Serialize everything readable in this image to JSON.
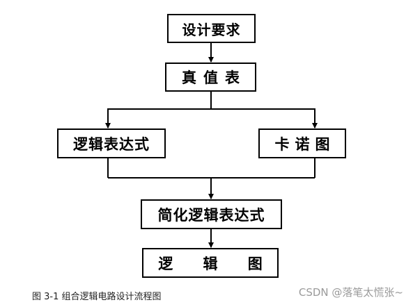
{
  "flowchart": {
    "nodes": {
      "requirements": "设计要求",
      "truth_table": "真值表",
      "logic_expression": "逻辑表达式",
      "karnaugh_map": "卡诺图",
      "simplified_expression": "简化逻辑表达式",
      "logic_diagram": "逻 辑 图"
    }
  },
  "caption": "图 3-1 组合逻辑电路设计流程图",
  "watermark": "CSDN @落笔太慌张~",
  "colors": {
    "line": "#000000",
    "background": "#ffffff",
    "caption": "#222222",
    "watermark": "#9a9a9a"
  }
}
